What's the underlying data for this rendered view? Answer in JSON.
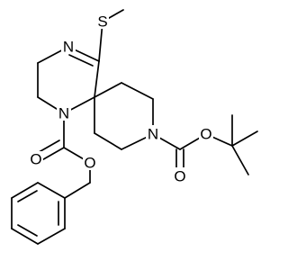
{
  "molecule": {
    "atoms": {
      "ring_n_imine": "N",
      "ring_n_carbamate": "N",
      "piperidine_n": "N",
      "sulfur": "S",
      "carbonyl_o_left": "O",
      "ester_o_left": "O",
      "ester_o_right": "O",
      "carbonyl_o_right": "O"
    }
  },
  "colors": {
    "bond": "#000000",
    "label": "#000000",
    "background": "#ffffff"
  }
}
